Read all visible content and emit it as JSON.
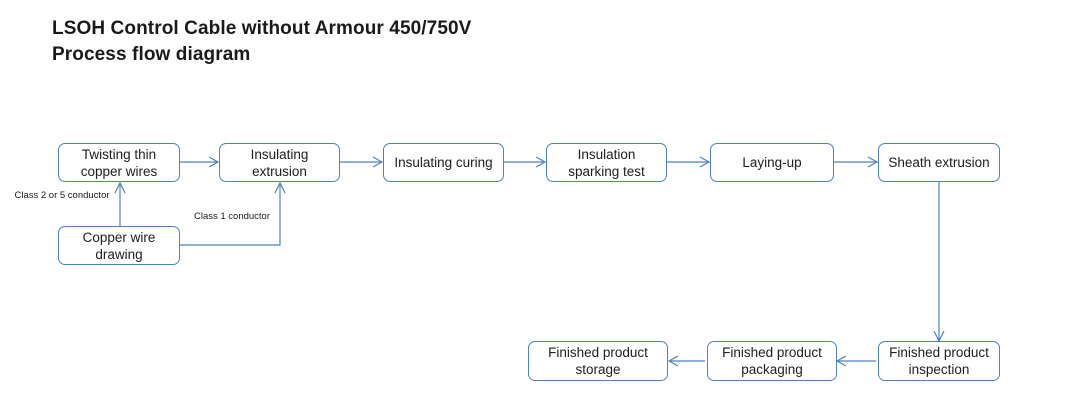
{
  "title": {
    "line1": "LSOH  Control Cable without Armour 450/750V",
    "line2": "Process flow diagram"
  },
  "nodes": {
    "twisting": "Twisting thin copper wires",
    "insulating_extrusion": "Insulating extrusion",
    "insulating_curing": "Insulating curing",
    "sparking_test": "Insulation sparking test",
    "laying_up": "Laying-up",
    "sheath_extrusion": "Sheath extrusion",
    "copper_wire_drawing": "Copper wire drawing",
    "finished_inspection": "Finished product inspection",
    "finished_packaging": "Finished product packaging",
    "finished_storage": "Finished product storage"
  },
  "edge_labels": {
    "class_2_or_5": "Class 2 or 5 conductor",
    "class_1": "Class 1 conductor"
  },
  "colors": {
    "box_border": "#4f81bd",
    "connector": "#4f81bd",
    "text": "#202020",
    "background": "#ffffff"
  },
  "chart_data": {
    "type": "diagram",
    "title": "LSOH  Control Cable without Armour 450/750V Process flow diagram",
    "nodes": [
      {
        "id": "copper_wire_drawing",
        "label": "Copper wire drawing",
        "row": 2
      },
      {
        "id": "twisting",
        "label": "Twisting thin copper wires",
        "row": 1
      },
      {
        "id": "insulating_extrusion",
        "label": "Insulating extrusion",
        "row": 1
      },
      {
        "id": "insulating_curing",
        "label": "Insulating curing",
        "row": 1
      },
      {
        "id": "sparking_test",
        "label": "Insulation sparking test",
        "row": 1
      },
      {
        "id": "laying_up",
        "label": "Laying-up",
        "row": 1
      },
      {
        "id": "sheath_extrusion",
        "label": "Sheath extrusion",
        "row": 1
      },
      {
        "id": "finished_inspection",
        "label": "Finished product inspection",
        "row": 3
      },
      {
        "id": "finished_packaging",
        "label": "Finished product packaging",
        "row": 3
      },
      {
        "id": "finished_storage",
        "label": "Finished product storage",
        "row": 3
      }
    ],
    "edges": [
      {
        "from": "copper_wire_drawing",
        "to": "twisting",
        "label": "Class 2 or 5 conductor"
      },
      {
        "from": "copper_wire_drawing",
        "to": "insulating_extrusion",
        "label": "Class 1 conductor"
      },
      {
        "from": "twisting",
        "to": "insulating_extrusion",
        "label": ""
      },
      {
        "from": "insulating_extrusion",
        "to": "insulating_curing",
        "label": ""
      },
      {
        "from": "insulating_curing",
        "to": "sparking_test",
        "label": ""
      },
      {
        "from": "sparking_test",
        "to": "laying_up",
        "label": ""
      },
      {
        "from": "laying_up",
        "to": "sheath_extrusion",
        "label": ""
      },
      {
        "from": "sheath_extrusion",
        "to": "finished_inspection",
        "label": ""
      },
      {
        "from": "finished_inspection",
        "to": "finished_packaging",
        "label": ""
      },
      {
        "from": "finished_packaging",
        "to": "finished_storage",
        "label": ""
      }
    ]
  }
}
